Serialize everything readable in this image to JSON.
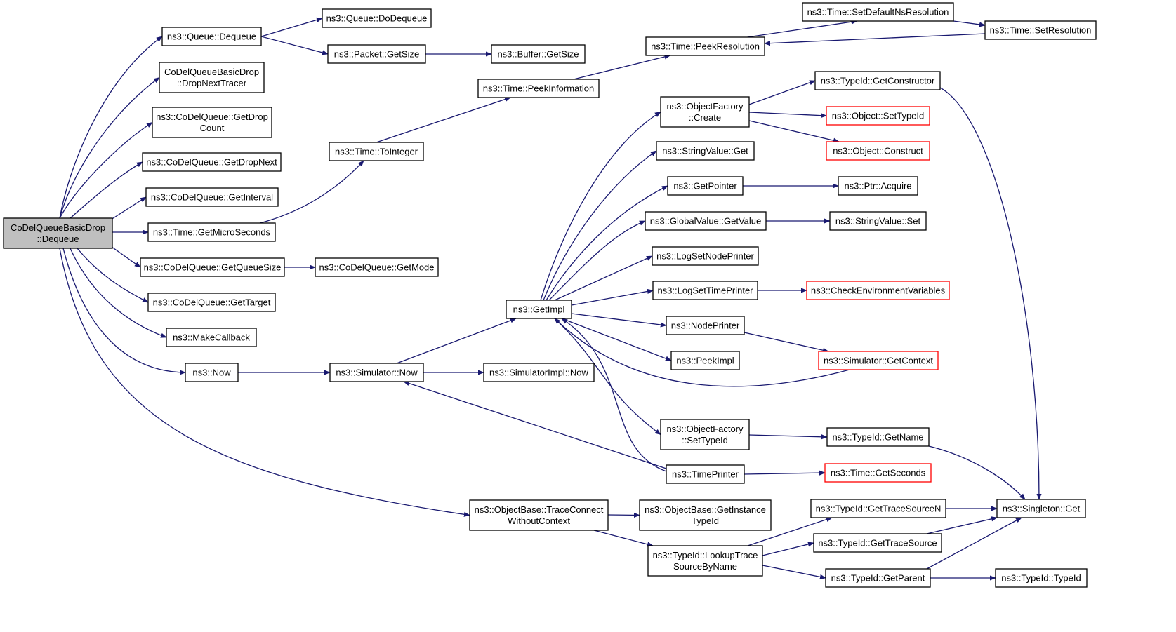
{
  "colors": {
    "edge": "#191970",
    "root_fill": "#bfbfbf",
    "incomplete_border": "#ff0000"
  },
  "nodes": [
    {
      "id": "root",
      "lines": [
        "CoDelQueueBasicDrop",
        "::Dequeue"
      ],
      "style": "root"
    },
    {
      "id": "queue_dequeue",
      "lines": [
        "ns3::Queue::Dequeue"
      ]
    },
    {
      "id": "queue_dodequeue",
      "lines": [
        "ns3::Queue::DoDequeue"
      ]
    },
    {
      "id": "packet_getsize",
      "lines": [
        "ns3::Packet::GetSize"
      ]
    },
    {
      "id": "buffer_getsize",
      "lines": [
        "ns3::Buffer::GetSize"
      ]
    },
    {
      "id": "dropnexttracer",
      "lines": [
        "CoDelQueueBasicDrop",
        "::DropNextTracer"
      ]
    },
    {
      "id": "getdropcount",
      "lines": [
        "ns3::CoDelQueue::GetDrop",
        "Count"
      ]
    },
    {
      "id": "getdropnext",
      "lines": [
        "ns3::CoDelQueue::GetDropNext"
      ]
    },
    {
      "id": "getinterval",
      "lines": [
        "ns3::CoDelQueue::GetInterval"
      ]
    },
    {
      "id": "getmicroseconds",
      "lines": [
        "ns3::Time::GetMicroSeconds"
      ]
    },
    {
      "id": "getqueuesize",
      "lines": [
        "ns3::CoDelQueue::GetQueueSize"
      ]
    },
    {
      "id": "getmode",
      "lines": [
        "ns3::CoDelQueue::GetMode"
      ]
    },
    {
      "id": "gettarget",
      "lines": [
        "ns3::CoDelQueue::GetTarget"
      ]
    },
    {
      "id": "makecallback",
      "lines": [
        "ns3::MakeCallback"
      ]
    },
    {
      "id": "now",
      "lines": [
        "ns3::Now"
      ]
    },
    {
      "id": "simulator_now",
      "lines": [
        "ns3::Simulator::Now"
      ]
    },
    {
      "id": "simulatorimpl_now",
      "lines": [
        "ns3::SimulatorImpl::Now"
      ]
    },
    {
      "id": "tointeger",
      "lines": [
        "ns3::Time::ToInteger"
      ]
    },
    {
      "id": "peekinformation",
      "lines": [
        "ns3::Time::PeekInformation"
      ]
    },
    {
      "id": "peekresolution",
      "lines": [
        "ns3::Time::PeekResolution"
      ]
    },
    {
      "id": "setdefaultnsresolution",
      "lines": [
        "ns3::Time::SetDefaultNsResolution"
      ]
    },
    {
      "id": "setresolution",
      "lines": [
        "ns3::Time::SetResolution"
      ]
    },
    {
      "id": "getimpl",
      "lines": [
        "ns3::GetImpl"
      ]
    },
    {
      "id": "objectfactory_create",
      "lines": [
        "ns3::ObjectFactory",
        "::Create"
      ]
    },
    {
      "id": "getconstructor",
      "lines": [
        "ns3::TypeId::GetConstructor"
      ]
    },
    {
      "id": "object_settypeid",
      "lines": [
        "ns3::Object::SetTypeId"
      ],
      "style": "red"
    },
    {
      "id": "object_construct",
      "lines": [
        "ns3::Object::Construct"
      ],
      "style": "red"
    },
    {
      "id": "stringvalue_get",
      "lines": [
        "ns3::StringValue::Get"
      ]
    },
    {
      "id": "getpointer",
      "lines": [
        "ns3::GetPointer"
      ]
    },
    {
      "id": "ptr_acquire",
      "lines": [
        "ns3::Ptr::Acquire"
      ]
    },
    {
      "id": "globalvalue_getvalue",
      "lines": [
        "ns3::GlobalValue::GetValue"
      ]
    },
    {
      "id": "stringvalue_set",
      "lines": [
        "ns3::StringValue::Set"
      ]
    },
    {
      "id": "logsetnodeprinter",
      "lines": [
        "ns3::LogSetNodePrinter"
      ]
    },
    {
      "id": "logsettimeprinter",
      "lines": [
        "ns3::LogSetTimePrinter"
      ]
    },
    {
      "id": "checkenvvars",
      "lines": [
        "ns3::CheckEnvironmentVariables"
      ],
      "style": "red"
    },
    {
      "id": "nodeprinter",
      "lines": [
        "ns3::NodePrinter"
      ]
    },
    {
      "id": "peekimpl",
      "lines": [
        "ns3::PeekImpl"
      ]
    },
    {
      "id": "simulator_getcontext",
      "lines": [
        "ns3::Simulator::GetContext"
      ],
      "style": "red"
    },
    {
      "id": "objectfactory_settypeid",
      "lines": [
        "ns3::ObjectFactory",
        "::SetTypeId"
      ]
    },
    {
      "id": "typeid_getname",
      "lines": [
        "ns3::TypeId::GetName"
      ]
    },
    {
      "id": "timeprinter",
      "lines": [
        "ns3::TimePrinter"
      ]
    },
    {
      "id": "time_getseconds",
      "lines": [
        "ns3::Time::GetSeconds"
      ],
      "style": "red"
    },
    {
      "id": "traceconnect",
      "lines": [
        "ns3::ObjectBase::TraceConnect",
        "WithoutContext"
      ]
    },
    {
      "id": "getinstancetypeid",
      "lines": [
        "ns3::ObjectBase::GetInstance",
        "TypeId"
      ]
    },
    {
      "id": "lookuptrace",
      "lines": [
        "ns3::TypeId::LookupTrace",
        "SourceByName"
      ]
    },
    {
      "id": "gettracesourcen",
      "lines": [
        "ns3::TypeId::GetTraceSourceN"
      ]
    },
    {
      "id": "gettracesource",
      "lines": [
        "ns3::TypeId::GetTraceSource"
      ]
    },
    {
      "id": "getparent",
      "lines": [
        "ns3::TypeId::GetParent"
      ]
    },
    {
      "id": "singleton_get",
      "lines": [
        "ns3::Singleton::Get"
      ]
    },
    {
      "id": "typeid_typeid",
      "lines": [
        "ns3::TypeId::TypeId"
      ]
    }
  ]
}
